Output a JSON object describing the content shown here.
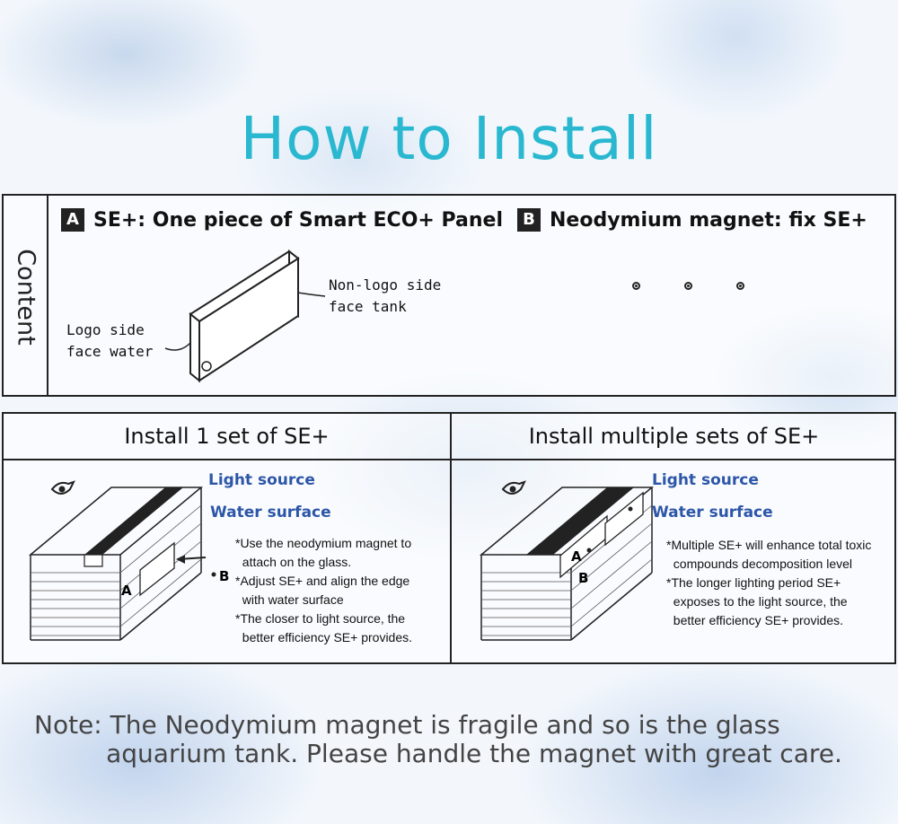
{
  "page": {
    "title": "How to Install",
    "title_color": "#29b8d0"
  },
  "content": {
    "label": "Content",
    "item_a": {
      "badge": "A",
      "heading": "SE+: One piece of Smart ECO+ Panel",
      "left_label": "Logo side\nface water",
      "right_label": "Non-logo side\nface tank"
    },
    "item_b": {
      "badge": "B",
      "heading": "Neodymium magnet: fix SE+"
    }
  },
  "install": {
    "single": {
      "heading": "Install 1 set of SE+",
      "light_source": "Light source",
      "water_surface": "Water surface",
      "marker_a": "A",
      "marker_b": "B",
      "notes": "*Use the neodymium magnet to\n  attach on the glass.\n*Adjust SE+ and align the edge\n  with water surface\n*The closer to light source, the\n  better efficiency SE+ provides."
    },
    "multiple": {
      "heading": "Install multiple sets of SE+",
      "light_source": "Light source",
      "water_surface": "Water surface",
      "marker_a": "A",
      "marker_b": "B",
      "notes": "*Multiple SE+ will enhance total toxic\n  compounds decomposition level\n*The longer lighting period SE+\n  exposes to the light source, the\n  better efficiency SE+ provides."
    }
  },
  "note": {
    "text": "Note: The Neodymium magnet is fragile and so is the glass\n         aquarium tank. Please handle the magnet with great care."
  },
  "icons": [
    "eye-icon"
  ]
}
